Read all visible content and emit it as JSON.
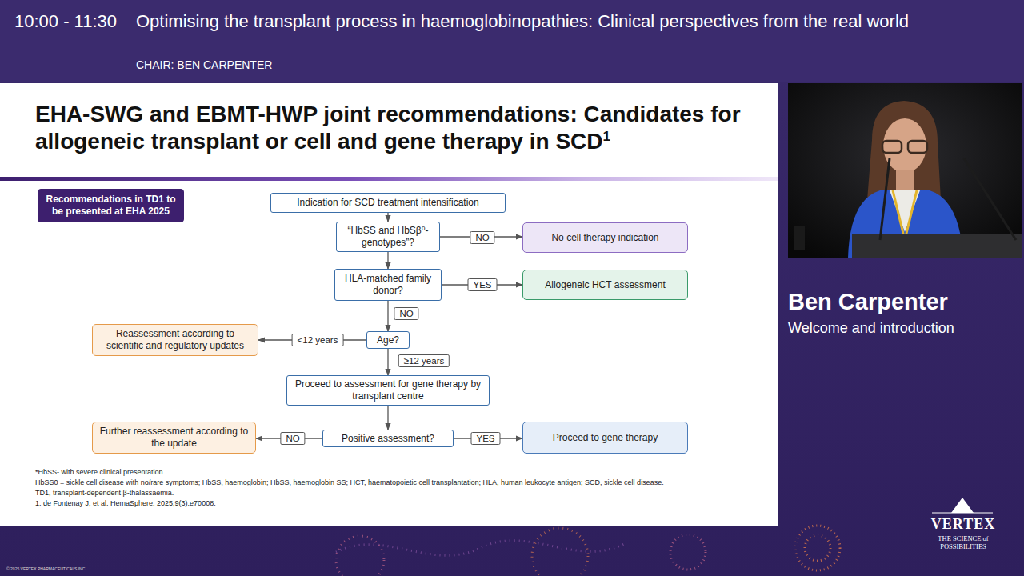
{
  "diagram": {
    "title": "EHA-SWG and EBMT-HWP joint recommendations: Candidates for allogeneic transplant or cell and gene therapy in SCD",
    "nodes": [
      {
        "text": [
          "Recommendations in TD1 to be presented at EHA 2025"
        ]
      },
      {
        "text": [
          "Indication for SCD treatment intensification"
        ]
      },
      {
        "text": [
          "“HbSS and HbSβ⁰-genotypes”?"
        ]
      },
      {
        "text": [
          "No cell therapy indication"
        ]
      },
      {
        "text": [
          "HLA-matched family donor?"
        ]
      },
      {
        "text": [
          "Allogeneic HCT assessment"
        ]
      },
      {
        "text": [
          "Reassessment according to scientific and regulatory updates"
        ]
      },
      {
        "text": [
          "Age?"
        ]
      },
      {
        "text": [
          "Proceed to assessment for gene therapy by transplant centre"
        ]
      },
      {
        "text": [
          "Further reassessment according to the update"
        ]
      },
      {
        "text": [
          "Positive assessment?"
        ]
      },
      {
        "text": [
          "Proceed to gene therapy"
        ]
      }
    ],
    "edges": [
      {
        "from": 1,
        "to": 2,
        "arrow": "to"
      },
      {
        "from": 2,
        "to": 3,
        "label": "NO",
        "arrow": "to"
      },
      {
        "from": 2,
        "to": 4,
        "arrow": "to"
      },
      {
        "from": 4,
        "to": 5,
        "label": "YES",
        "arrow": "to"
      },
      {
        "from": 4,
        "to": 7,
        "label": "NO",
        "arrow": "to"
      },
      {
        "from": 7,
        "to": 6,
        "label": "<12 years",
        "arrow": "to"
      },
      {
        "from": 7,
        "to": 8,
        "label": "≥12 years",
        "arrow": "to"
      },
      {
        "from": 8,
        "to": 10,
        "arrow": "to"
      },
      {
        "from": 10,
        "to": 9,
        "label": "NO",
        "arrow": "to"
      },
      {
        "from": 10,
        "to": 11,
        "label": "YES",
        "arrow": "to"
      }
    ],
    "labels": [
      "10:00 - 11:30",
      "Optimising the transplant process in haemoglobinopathies: Clinical perspectives from the real world",
      "CHAIR: BEN CARPENTER",
      "1",
      "*HbSS- with severe clinical presentation.",
      "HbSS0 = sickle cell disease with no/rare symptoms; HbSS, haemoglobin; HbSS, haemoglobin SS; HCT, haematopoietic cell transplantation; HLA, human leukocyte antigen; SCD, sickle cell disease.",
      "TD1, transplant-dependent β-thalassaemia.",
      "1. de Fontenay J, et al. HemaSphere. 2025;9(3):e70008.",
      "Ben Carpenter",
      "Welcome and introduction",
      "VERTEX",
      "THE SCIENCE of POSSIBILITIES",
      "© 2025 VERTEX PHARMACEUTICALS INC."
    ]
  }
}
